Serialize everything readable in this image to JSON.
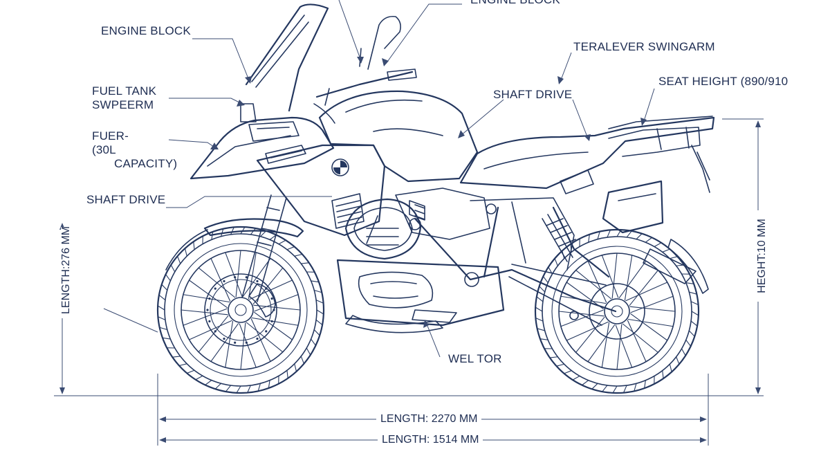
{
  "labels": {
    "top_cut": "ENGINE BLOCK",
    "engine_block": "ENGINE BLOCK",
    "fuel_tank_line1": "FUEL TANK",
    "fuel_tank_line2": "SWPEERM",
    "fuel_line1": "FUER-",
    "fuel_line2": "(30L",
    "fuel_line3": "CAPACITY)",
    "shaft_drive_left": "SHAFT DRIVE",
    "teralever": "TERALEVER SWINGARM",
    "shaft_drive_right": "SHAFT DRIVE",
    "seat_height": "SEAT HEIGHT (890/910",
    "wheel_tor": "WEL TOR"
  },
  "dimensions": {
    "left_vertical": "LENGTH:276 MM",
    "right_vertical": "HEGHT:10 MM",
    "length_top": "LENGTH: 2270 MM",
    "length_bottom": "LENGTH: 1514 MM"
  },
  "colors": {
    "ink": "#24375f",
    "background": "#ffffff"
  }
}
